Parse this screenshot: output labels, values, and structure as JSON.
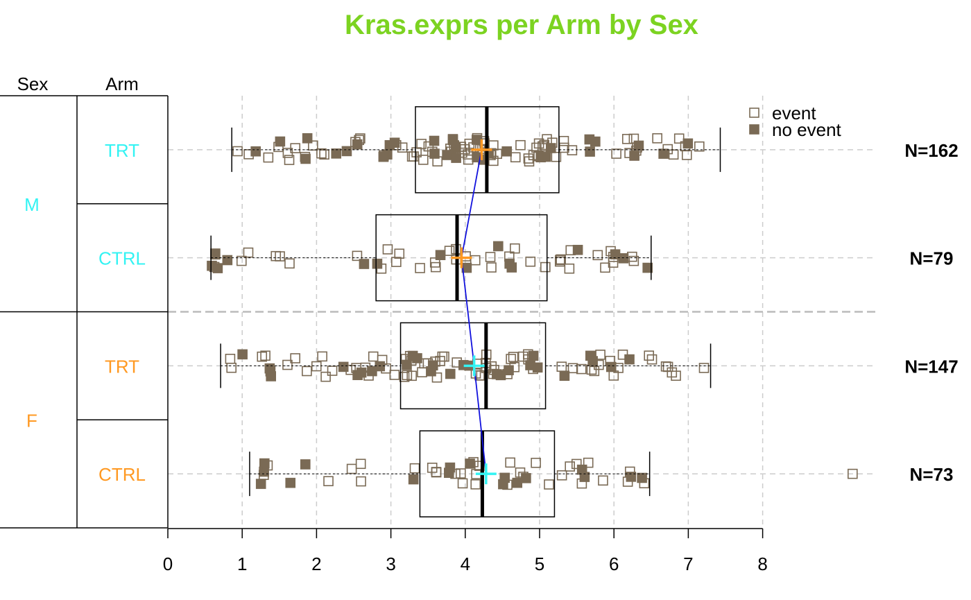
{
  "chart_data": {
    "type": "box-strip",
    "title": "Kras.exprs per Arm by Sex",
    "title_color": "#7CD321",
    "table_headers": {
      "group": "Sex",
      "subgroup": "Arm"
    },
    "groups": [
      {
        "label": "M",
        "color": "#33F3F3"
      },
      {
        "label": "F",
        "color": "#FF9922"
      }
    ],
    "rows": [
      {
        "sex": "M",
        "arm": "TRT",
        "arm_color": "#33F3F3",
        "n_label": "N=162",
        "whisker_low": 0.86,
        "q1": 3.33,
        "median": 4.29,
        "q3": 5.26,
        "whisker_high": 7.43,
        "mean": 4.22,
        "mean_color": "#FF9922"
      },
      {
        "sex": "M",
        "arm": "CTRL",
        "arm_color": "#33F3F3",
        "n_label": "N=79",
        "whisker_low": 0.58,
        "q1": 2.8,
        "median": 3.89,
        "q3": 5.1,
        "whisker_high": 6.5,
        "mean": 3.95,
        "mean_color": "#FF9922"
      },
      {
        "sex": "F",
        "arm": "TRT",
        "arm_color": "#FF9922",
        "n_label": "N=147",
        "whisker_low": 0.71,
        "q1": 3.13,
        "median": 4.28,
        "q3": 5.08,
        "whisker_high": 7.3,
        "mean": 4.12,
        "mean_color": "#33F3F3"
      },
      {
        "sex": "F",
        "arm": "CTRL",
        "arm_color": "#FF9922",
        "n_label": "N=73",
        "whisker_low": 1.1,
        "q1": 3.39,
        "median": 4.23,
        "q3": 5.2,
        "whisker_high": 6.48,
        "mean": 4.28,
        "mean_color": "#33F3F3"
      }
    ],
    "outliers": [
      {
        "row": 3,
        "x": 9.21
      }
    ],
    "x_axis": {
      "xlim": [
        0,
        8
      ],
      "ticks": [
        0,
        1,
        2,
        3,
        4,
        5,
        6,
        7,
        8
      ]
    },
    "legend": {
      "position": "top-right",
      "entries": [
        {
          "label": "event",
          "marker": "open-square"
        },
        {
          "label": "no event",
          "marker": "filled-square"
        }
      ]
    },
    "point_color": "#7A6A55",
    "mean_line_color": "#1111DD",
    "grid": true
  }
}
